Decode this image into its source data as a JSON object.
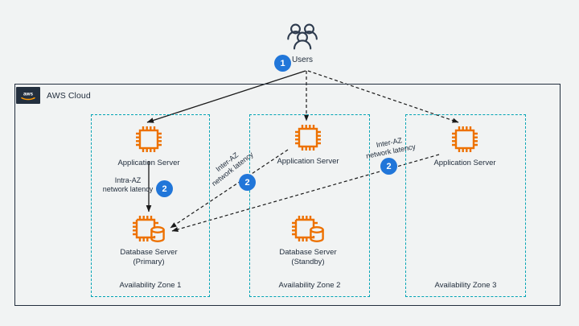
{
  "diagram": {
    "title": "AWS multi-AZ application and database latency diagram",
    "background_color": "#f1f3f3"
  },
  "cloud": {
    "label": "AWS Cloud",
    "logo_text": "aws",
    "border_color": "#232f3e"
  },
  "users": {
    "label": "Users",
    "icon": "users-icon",
    "badge": "1"
  },
  "availability_zones": [
    {
      "label": "Availability Zone 1",
      "border_color": "#00a4b4",
      "nodes": [
        {
          "name": "application-server",
          "icon": "chip-icon",
          "caption": "Application Server"
        },
        {
          "name": "database-server-primary",
          "icon": "chip-database-icon",
          "caption_line1": "Database Server",
          "caption_line2": "(Primary)"
        }
      ]
    },
    {
      "label": "Availability Zone 2",
      "border_color": "#00a4b4",
      "nodes": [
        {
          "name": "application-server",
          "icon": "chip-icon",
          "caption": "Application Server"
        },
        {
          "name": "database-server-standby",
          "icon": "chip-database-icon",
          "caption_line1": "Database Server",
          "caption_line2": "(Standby)"
        }
      ]
    },
    {
      "label": "Availability Zone 3",
      "border_color": "#00a4b4",
      "nodes": [
        {
          "name": "application-server",
          "icon": "chip-icon",
          "caption": "Application Server"
        }
      ]
    }
  ],
  "edge_labels": {
    "intra_az": {
      "line1": "Intra-AZ",
      "line2": "network latency",
      "badge": "2"
    },
    "inter_az_az2": {
      "line1": "Inter-AZ",
      "line2": "network latency",
      "badge": "2"
    },
    "inter_az_az3": {
      "line1": "Inter-AZ",
      "line2": "network latency",
      "badge": "2"
    }
  },
  "colors": {
    "aws_navy": "#232f3e",
    "compute_orange": "#ED7100",
    "az_teal": "#00a4b4",
    "badge_blue": "#2176d9"
  }
}
